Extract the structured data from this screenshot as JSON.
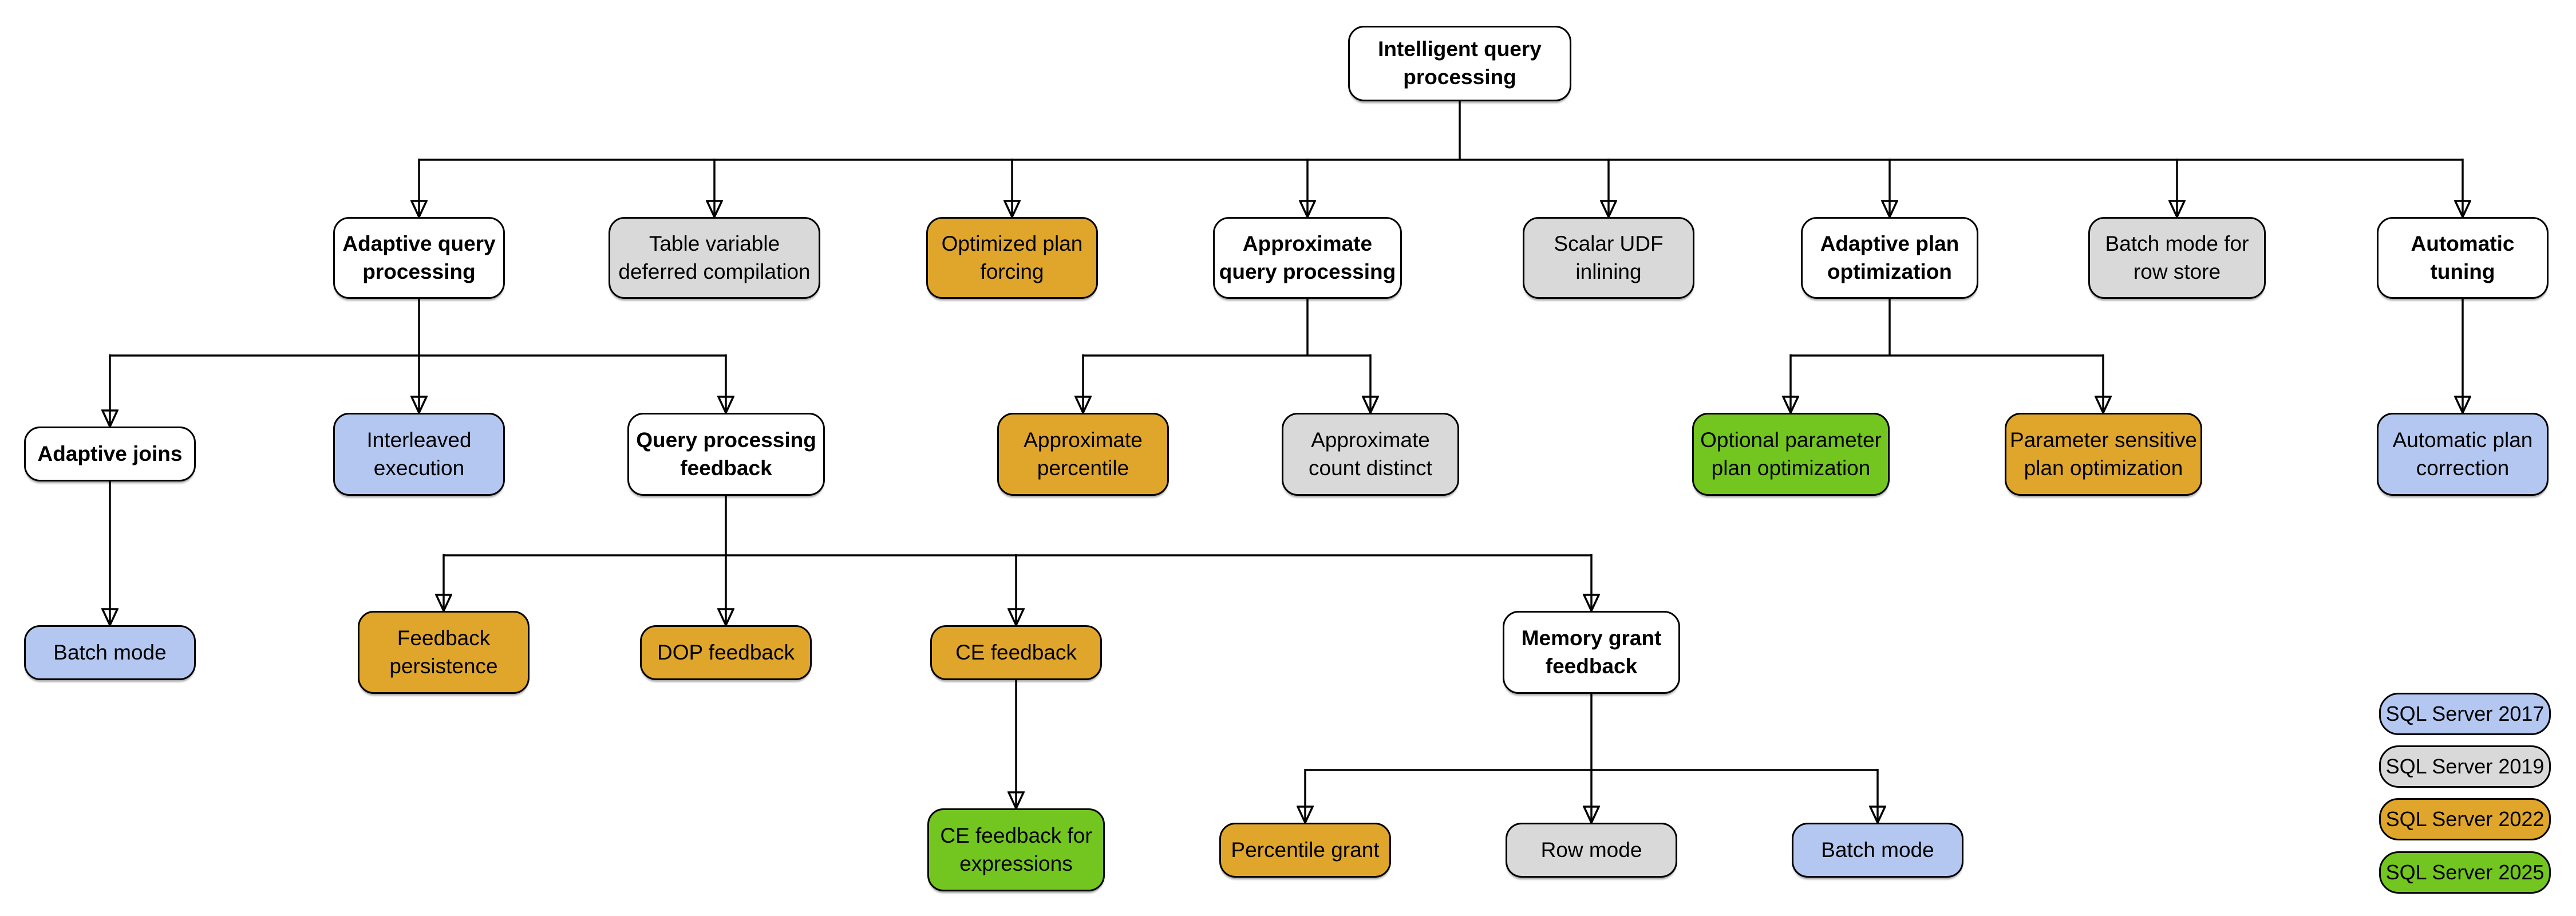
{
  "colors": {
    "v2017": "#B4C7F0",
    "v2019": "#D9D9D9",
    "v2022": "#DFA62B",
    "v2025": "#73C51F",
    "base": "#FFFFFF",
    "border": "#000000",
    "line": "#000000"
  },
  "nodes": {
    "root": {
      "label": "Intelligent query\nprocessing",
      "version": "base"
    },
    "adaptive_query_processing": {
      "label": "Adaptive query\nprocessing",
      "version": "base"
    },
    "table_variable_deferred_compilation": {
      "label": "Table variable\ndeferred compilation",
      "version": "v2019"
    },
    "optimized_plan_forcing": {
      "label": "Optimized plan\nforcing",
      "version": "v2022"
    },
    "approximate_query_processing": {
      "label": "Approximate\nquery processing",
      "version": "base"
    },
    "scalar_udf_inlining": {
      "label": "Scalar UDF\ninlining",
      "version": "v2019"
    },
    "adaptive_plan_optimization": {
      "label": "Adaptive plan\noptimization",
      "version": "base"
    },
    "batch_mode_row_store": {
      "label": "Batch mode for\nrow store",
      "version": "v2019"
    },
    "automatic_tuning": {
      "label": "Automatic\ntuning",
      "version": "base"
    },
    "adaptive_joins": {
      "label": "Adaptive joins",
      "version": "base"
    },
    "interleaved_execution": {
      "label": "Interleaved\nexecution",
      "version": "v2017"
    },
    "query_processing_feedback": {
      "label": "Query processing\nfeedback",
      "version": "base"
    },
    "approximate_percentile": {
      "label": "Approximate\npercentile",
      "version": "v2022"
    },
    "approximate_count_distinct": {
      "label": "Approximate\ncount distinct",
      "version": "v2019"
    },
    "optional_parameter_plan_optimization": {
      "label": "Optional parameter\nplan optimization",
      "version": "v2025"
    },
    "parameter_sensitive_plan_optimization": {
      "label": "Parameter sensitive\nplan optimization",
      "version": "v2022"
    },
    "automatic_plan_correction": {
      "label": "Automatic plan\ncorrection",
      "version": "v2017"
    },
    "batch_mode_adaptive_joins": {
      "label": "Batch mode",
      "version": "v2017"
    },
    "feedback_persistence": {
      "label": "Feedback\npersistence",
      "version": "v2022"
    },
    "dop_feedback": {
      "label": "DOP feedback",
      "version": "v2022"
    },
    "ce_feedback": {
      "label": "CE feedback",
      "version": "v2022"
    },
    "memory_grant_feedback": {
      "label": "Memory grant\nfeedback",
      "version": "base"
    },
    "ce_feedback_for_expressions": {
      "label": "CE feedback for\nexpressions",
      "version": "v2025"
    },
    "percentile_grant": {
      "label": "Percentile grant",
      "version": "v2022"
    },
    "row_mode": {
      "label": "Row mode",
      "version": "v2019"
    },
    "batch_mode_memory_grant": {
      "label": "Batch mode",
      "version": "v2017"
    }
  },
  "edges": [
    {
      "from": "root",
      "to": "adaptive_query_processing"
    },
    {
      "from": "root",
      "to": "table_variable_deferred_compilation"
    },
    {
      "from": "root",
      "to": "optimized_plan_forcing"
    },
    {
      "from": "root",
      "to": "approximate_query_processing"
    },
    {
      "from": "root",
      "to": "scalar_udf_inlining"
    },
    {
      "from": "root",
      "to": "adaptive_plan_optimization"
    },
    {
      "from": "root",
      "to": "batch_mode_row_store"
    },
    {
      "from": "root",
      "to": "automatic_tuning"
    },
    {
      "from": "adaptive_query_processing",
      "to": "adaptive_joins"
    },
    {
      "from": "adaptive_query_processing",
      "to": "interleaved_execution"
    },
    {
      "from": "adaptive_query_processing",
      "to": "query_processing_feedback"
    },
    {
      "from": "approximate_query_processing",
      "to": "approximate_percentile"
    },
    {
      "from": "approximate_query_processing",
      "to": "approximate_count_distinct"
    },
    {
      "from": "adaptive_plan_optimization",
      "to": "optional_parameter_plan_optimization"
    },
    {
      "from": "adaptive_plan_optimization",
      "to": "parameter_sensitive_plan_optimization"
    },
    {
      "from": "automatic_tuning",
      "to": "automatic_plan_correction"
    },
    {
      "from": "adaptive_joins",
      "to": "batch_mode_adaptive_joins"
    },
    {
      "from": "query_processing_feedback",
      "to": "feedback_persistence"
    },
    {
      "from": "query_processing_feedback",
      "to": "dop_feedback"
    },
    {
      "from": "query_processing_feedback",
      "to": "ce_feedback"
    },
    {
      "from": "query_processing_feedback",
      "to": "memory_grant_feedback"
    },
    {
      "from": "ce_feedback",
      "to": "ce_feedback_for_expressions"
    },
    {
      "from": "memory_grant_feedback",
      "to": "percentile_grant"
    },
    {
      "from": "memory_grant_feedback",
      "to": "row_mode"
    },
    {
      "from": "memory_grant_feedback",
      "to": "batch_mode_memory_grant"
    }
  ],
  "legend": {
    "items": [
      {
        "label": "SQL Server 2017",
        "version": "v2017"
      },
      {
        "label": "SQL Server 2019",
        "version": "v2019"
      },
      {
        "label": "SQL Server 2022",
        "version": "v2022"
      },
      {
        "label": "SQL Server 2025",
        "version": "v2025"
      }
    ]
  }
}
